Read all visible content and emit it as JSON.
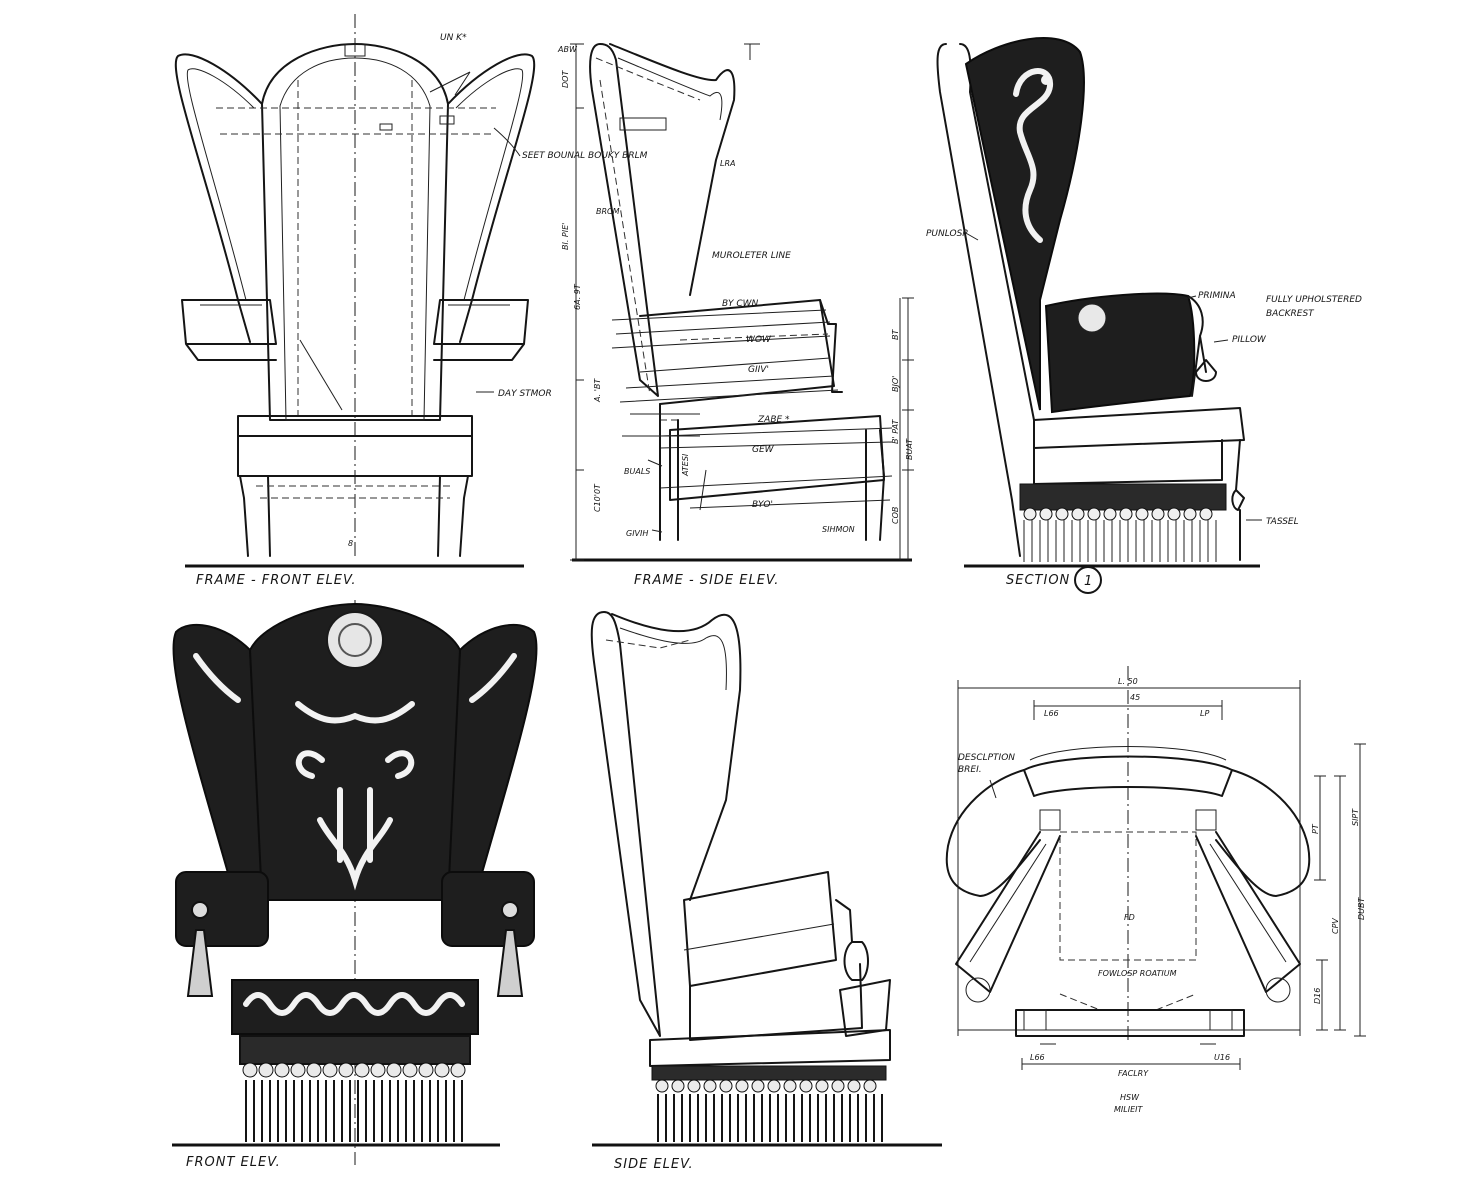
{
  "sheet": {
    "ink_color": "#151515",
    "paper_color": "#ffffff",
    "views": {
      "frame_front": "FRAME - FRONT ELEV.",
      "frame_side": "FRAME - SIDE ELEV.",
      "section": "SECTION",
      "section_number": "1",
      "front": "FRONT ELEV.",
      "side": "SIDE ELEV."
    },
    "callouts": {
      "frame_front": [
        "UN K*",
        "SEET BOUNAL BOUKY BRLM",
        "DAY STMOR"
      ],
      "frame_side": [
        "MUROLETER LINE",
        "BY CWN",
        "WOW",
        "GIIV'",
        "ZABE *",
        "GEW",
        "BYO'",
        "SIHMON",
        "GIVIH",
        "BUALS",
        "ATESI",
        "BRCM",
        "LRA ",
        "ABW"
      ],
      "frame_side_dims": [
        "DOT",
        "BI. PIE'",
        "6A. 9T",
        "A. 'BT",
        "C10'0T",
        "BT",
        "BJO'",
        "B' PAT",
        "BUAT",
        "COB"
      ],
      "section": [
        "PUNLOSP",
        "PRIMINA",
        "FULLY UPHOLSTERED",
        "BACKREST",
        "PILLOW",
        "TASSEL"
      ],
      "plan": [
        "DESCLPTION",
        "BREI.",
        "L. 50",
        "45",
        "L66",
        "LP",
        "FOWLOSP ROATIUM",
        "L66",
        "U16",
        "FACLRY",
        "HSW",
        "MILIEIT",
        "PT",
        "SIPT",
        "DUBT",
        "CPV",
        "D16",
        "FD"
      ]
    }
  }
}
